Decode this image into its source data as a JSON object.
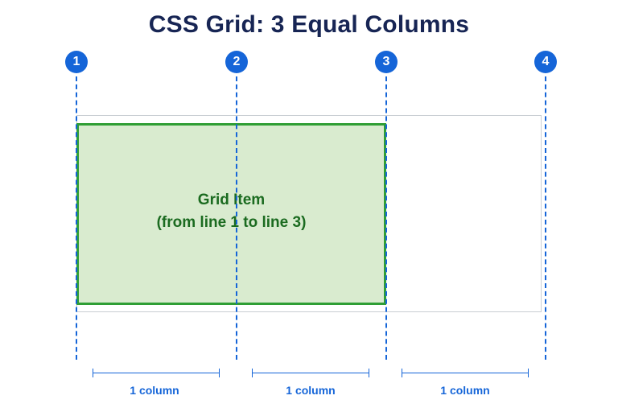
{
  "title": "CSS Grid: 3 Equal Columns",
  "grid_lines": [
    "1",
    "2",
    "3",
    "4"
  ],
  "grid_item": {
    "label_line1": "Grid Item",
    "label_line2": "(from line 1 to line 3)"
  },
  "column_spans": [
    "1 column",
    "1 column",
    "1 column"
  ],
  "colors": {
    "accent_blue": "#1565d8",
    "title_navy": "#172554",
    "item_fill": "#d9ebcf",
    "item_border": "#2f9e34",
    "item_text": "#1b6b20",
    "container_border": "#c8cdd3"
  }
}
